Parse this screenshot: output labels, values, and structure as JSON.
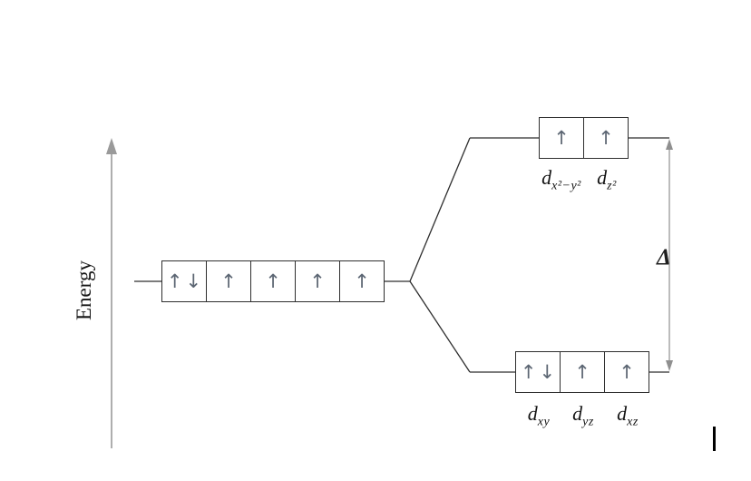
{
  "energy_axis": {
    "label": "Energy"
  },
  "delta": {
    "label": "Δ"
  },
  "free_ion_level": {
    "orbitals": [
      {
        "electrons": "↑↓"
      },
      {
        "electrons": "↑"
      },
      {
        "electrons": "↑"
      },
      {
        "electrons": "↑"
      },
      {
        "electrons": "↑"
      }
    ]
  },
  "upper_level": {
    "orbitals": [
      {
        "name": "d_x2-y2",
        "electrons": "↑",
        "label_main": "d",
        "label_sub": "x²−y²"
      },
      {
        "name": "d_z2",
        "electrons": "↑",
        "label_main": "d",
        "label_sub": "z²"
      }
    ]
  },
  "lower_level": {
    "orbitals": [
      {
        "name": "d_xy",
        "electrons": "↑↓",
        "label_main": "d",
        "label_sub": "xy"
      },
      {
        "name": "d_yz",
        "electrons": "↑",
        "label_main": "d",
        "label_sub": "yz"
      },
      {
        "name": "d_xz",
        "electrons": "↑",
        "label_main": "d",
        "label_sub": "xz"
      }
    ]
  }
}
